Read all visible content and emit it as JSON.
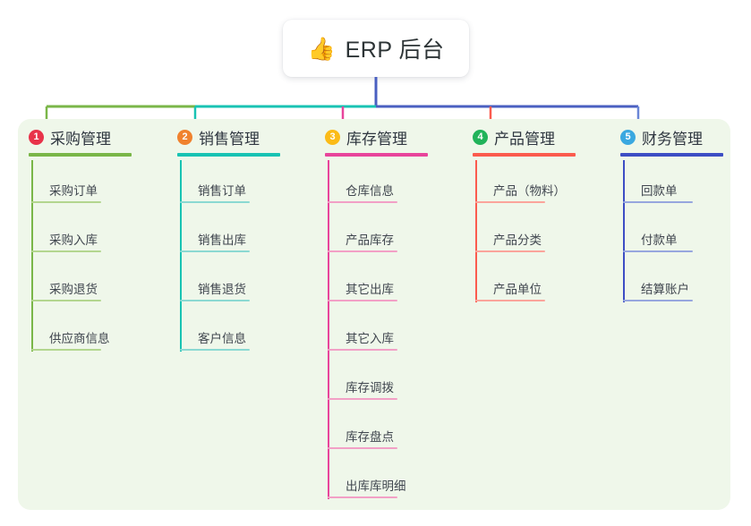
{
  "root": {
    "icon": "thumbs-up-icon",
    "emoji": "👍",
    "title": "ERP 后台"
  },
  "panel": {
    "background_color": "#eff7ea"
  },
  "connectors": {
    "trunk_color": "#4a5fc1",
    "segment_colors": [
      "#7ab648",
      "#18c3b3",
      "#4a5fc1",
      "#4a5fc1"
    ]
  },
  "columns": [
    {
      "index": "1",
      "title": "采购管理",
      "badge_color": "#e8334a",
      "line_color": "#7ab648",
      "child_line_color": "#b3d68f",
      "drop_color": "#7ab648",
      "items": [
        "采购订单",
        "采购入库",
        "采购退货",
        "供应商信息"
      ]
    },
    {
      "index": "2",
      "title": "销售管理",
      "badge_color": "#f0822e",
      "line_color": "#18c3b3",
      "child_line_color": "#8bd9d2",
      "drop_color": "#18c3b3",
      "items": [
        "销售订单",
        "销售出库",
        "销售退货",
        "客户信息"
      ]
    },
    {
      "index": "3",
      "title": "库存管理",
      "badge_color": "#fbbb18",
      "line_color": "#e8449b",
      "child_line_color": "#f2a0c6",
      "drop_color": "#e8449b",
      "items": [
        "仓库信息",
        "产品库存",
        "其它出库",
        "其它入库",
        "库存调拨",
        "库存盘点",
        "出库库明细"
      ]
    },
    {
      "index": "4",
      "title": "产品管理",
      "badge_color": "#21b35a",
      "line_color": "#fb5b4e",
      "child_line_color": "#fba49b",
      "drop_color": "#fb5b4e",
      "items": [
        "产品（物料）",
        "产品分类",
        "产品单位"
      ]
    },
    {
      "index": "5",
      "title": "财务管理",
      "badge_color": "#3aa8e0",
      "line_color": "#3d4ec4",
      "child_line_color": "#97a6de",
      "drop_color": "#6a86d6",
      "items": [
        "回款单",
        "付款单",
        "结算账户"
      ]
    }
  ]
}
